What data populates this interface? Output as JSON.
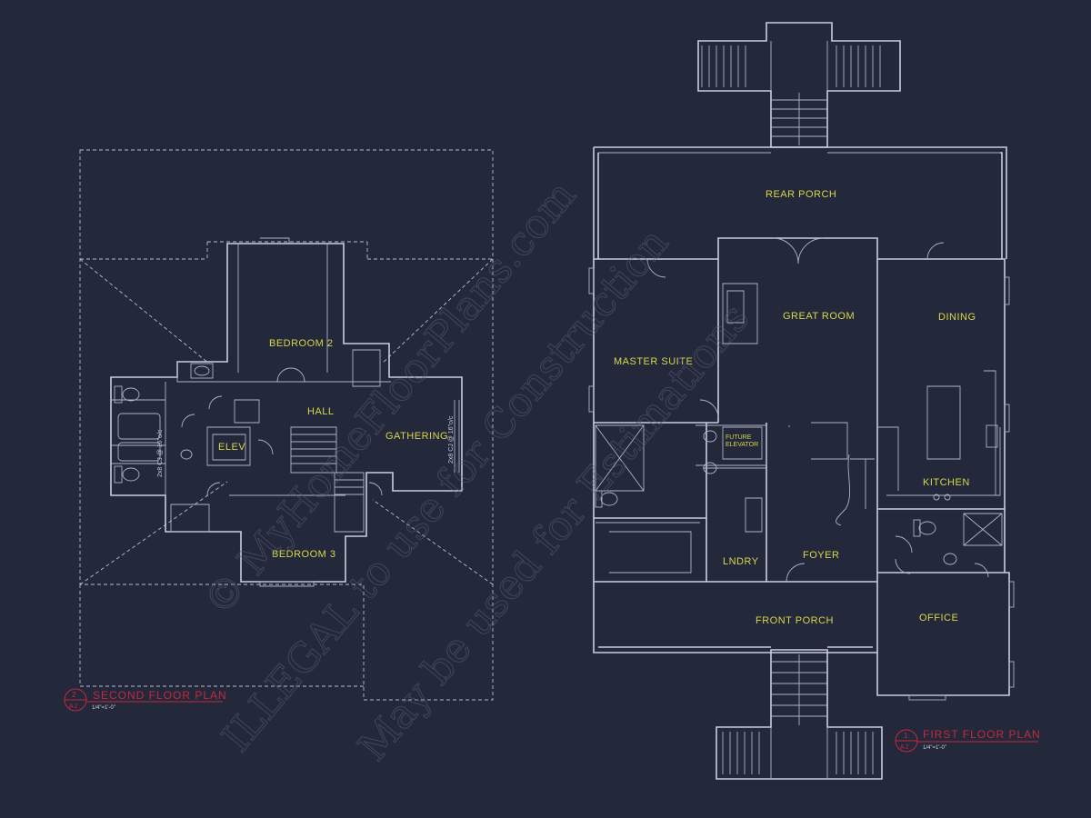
{
  "second_floor": {
    "title": "SECOND FLOOR PLAN",
    "scale": "1/4\"=1'-0\"",
    "callout_number": "2",
    "callout_sheet": "A2",
    "rooms": {
      "bedroom2": "BEDROOM 2",
      "hall": "HALL",
      "elev": "ELEV",
      "gathering": "GATHERING",
      "bedroom3": "BEDROOM 3"
    },
    "notes": {
      "joist_left": "2x8 CJ @ 16\"o/c",
      "joist_right": "2x8 CJ @ 16\"o/c"
    }
  },
  "first_floor": {
    "title": "FIRST FLOOR PLAN",
    "scale": "1/4\"=1'-0\"",
    "callout_number": "1",
    "callout_sheet": "A2",
    "rooms": {
      "rear_porch": "REAR PORCH",
      "great_room": "GREAT ROOM",
      "dining": "DINING",
      "master_suite": "MASTER SUITE",
      "future_elevator_1": "FUTURE",
      "future_elevator_2": "ELEVATOR",
      "kitchen": "KITCHEN",
      "lndry": "LNDRY",
      "foyer": "FOYER",
      "front_porch": "FRONT PORCH",
      "office": "OFFICE"
    }
  },
  "watermark": {
    "line1": "© MyHomeFloorPlans.com",
    "line2": "ILLEGAL to use for Construction",
    "line3": "May be used for Estimations"
  },
  "colors": {
    "background": "#24283b",
    "lines": "#c9cde0",
    "labels": "#d8d64a",
    "title": "#c4293d"
  }
}
